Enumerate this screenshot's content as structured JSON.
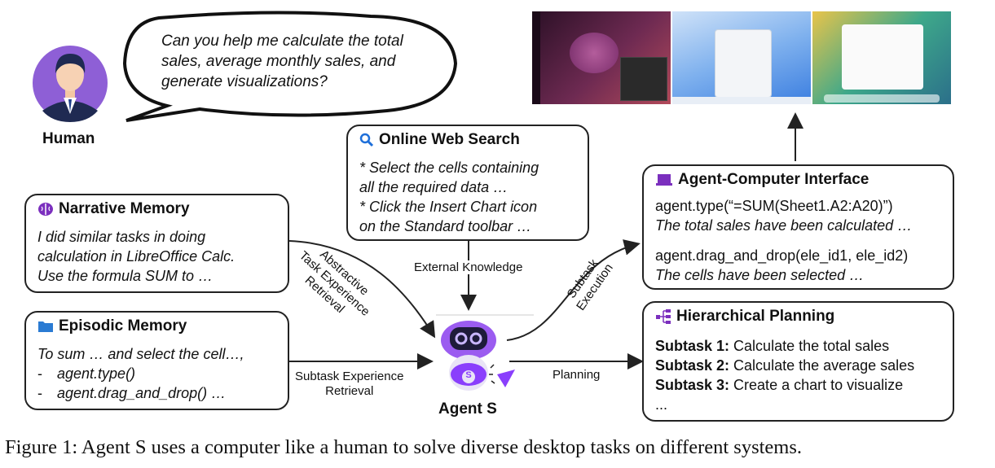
{
  "human": {
    "label": "Human",
    "speech": [
      "Can you help me calculate the total",
      "sales, average monthly sales, and",
      "generate visualizations?"
    ]
  },
  "web_search": {
    "title": "Online Web Search",
    "lines": [
      "* Select the cells containing",
      "all the required data …",
      "* Click the Insert Chart icon",
      "on the Standard toolbar …"
    ]
  },
  "narrative_memory": {
    "title": "Narrative Memory",
    "lines": [
      "I did similar tasks in doing",
      "calculation in LibreOffice Calc.",
      "Use the formula SUM to …"
    ]
  },
  "episodic_memory": {
    "title": "Episodic Memory",
    "lines": [
      "To sum … and select the cell…,",
      "agent.type()",
      "agent.drag_and_drop() …"
    ],
    "bullet": "-"
  },
  "aci": {
    "title": "Agent-Computer Interface",
    "code1": "agent.type(“=SUM(Sheet1.A2:A20)”)",
    "result1": "The total sales have been calculated …",
    "code2": "agent.drag_and_drop(ele_id1, ele_id2)",
    "result2": "The cells have been selected …"
  },
  "planning": {
    "title": "Hierarchical Planning",
    "subtasks": [
      {
        "label": "Subtask 1:",
        "text": "Calculate the total sales"
      },
      {
        "label": "Subtask 2:",
        "text": "Calculate the average sales"
      },
      {
        "label": "Subtask 3:",
        "text": "Create a chart to visualize"
      }
    ],
    "more": "..."
  },
  "agent": {
    "label": "Agent S",
    "badge": "S"
  },
  "edges": {
    "external": "External  Knowledge",
    "abstractive": [
      "Abstractive",
      "Task Experience",
      "Retrieval"
    ],
    "subtask_retrieval": [
      "Subtask Experience",
      "Retrieval"
    ],
    "planning": "Planning",
    "subtask_execution": [
      "Subtask",
      "Execution"
    ]
  },
  "caption": "Figure 1: Agent S uses a computer like a human to solve diverse desktop tasks on different systems.",
  "colors": {
    "agent_purple": "#8a3ffc",
    "memory_purple": "#7b2fbe",
    "folder_blue": "#2a7bd3",
    "human_bg": "#8e5fd6",
    "ubuntu": "#6e2a52",
    "windows": "#3b7ee0",
    "mac": "#3ea88a"
  }
}
